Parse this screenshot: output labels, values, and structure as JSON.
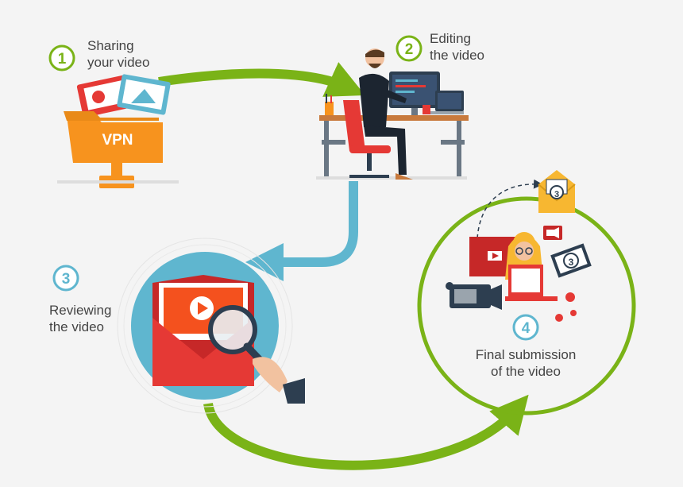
{
  "steps": [
    {
      "number": "1",
      "line1": "Sharing",
      "line2": "your video",
      "color": "#7ab317"
    },
    {
      "number": "2",
      "line1": "Editing",
      "line2": "the video",
      "color": "#7ab317"
    },
    {
      "number": "3",
      "line1": "Reviewing",
      "line2": "the video",
      "color": "#5fb6cf"
    },
    {
      "number": "4",
      "line1": "Final submission",
      "line2": "of the video",
      "color": "#5fb6cf"
    }
  ],
  "folder_label": "VPN",
  "envelope_badge": "3",
  "film_badge": "3",
  "colors": {
    "green": "#7ab317",
    "blue": "#5fb6cf",
    "orange": "#f7931e",
    "red": "#e53935"
  }
}
